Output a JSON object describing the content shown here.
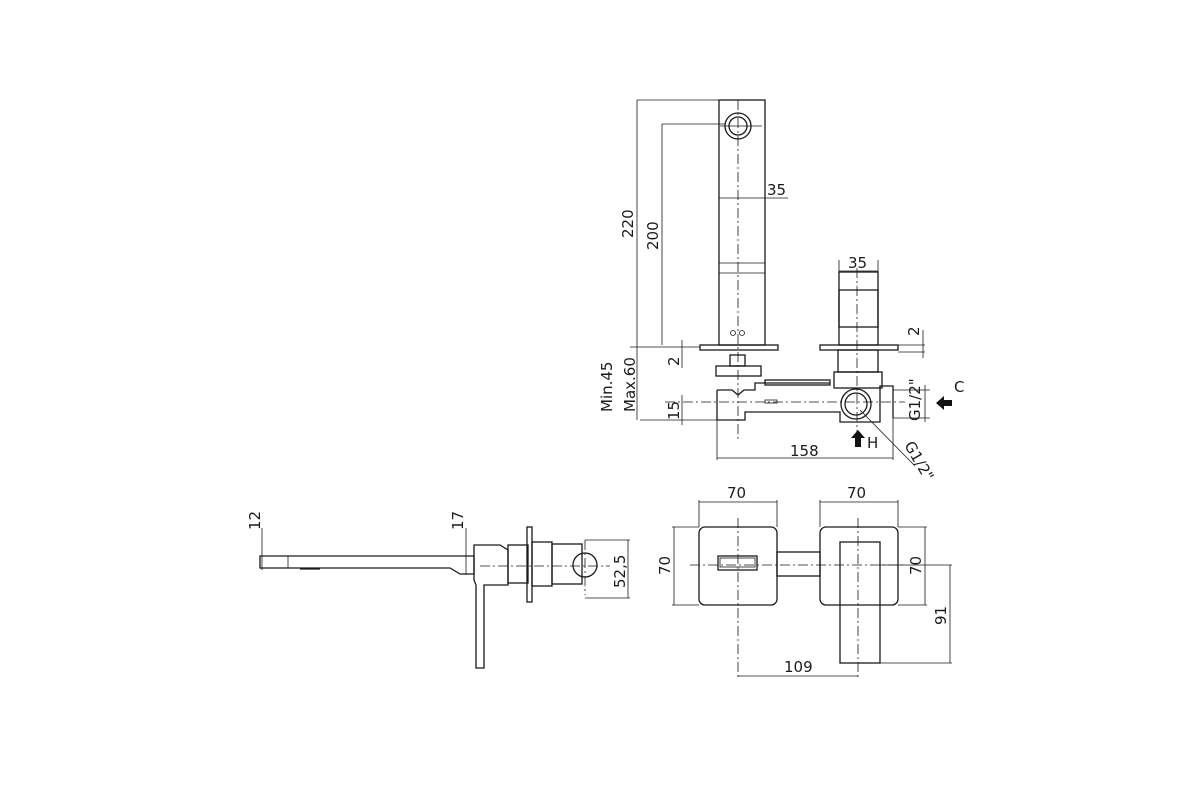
{
  "top_view": {
    "height_total": "220",
    "height_outlet": "200",
    "spout_width": "35",
    "handle_width": "35",
    "plate_thickness_right": "2",
    "plate_thickness_left": "2",
    "wall_depth_min": "Min.45",
    "wall_depth_max": "Max.60",
    "pipe_offset": "15",
    "inlet_thread_c": "G1/2\"",
    "inlet_thread_h": "G1/2\"",
    "cold_label": "C",
    "hot_label": "H",
    "body_length": "158"
  },
  "side_view": {
    "spout_height": "12",
    "spout_base_height": "17",
    "body_depth": "52,5"
  },
  "front_view": {
    "left_plate_width": "70",
    "right_plate_width": "70",
    "left_plate_height": "70",
    "right_plate_height": "70",
    "lever_length": "91",
    "center_distance": "109"
  }
}
